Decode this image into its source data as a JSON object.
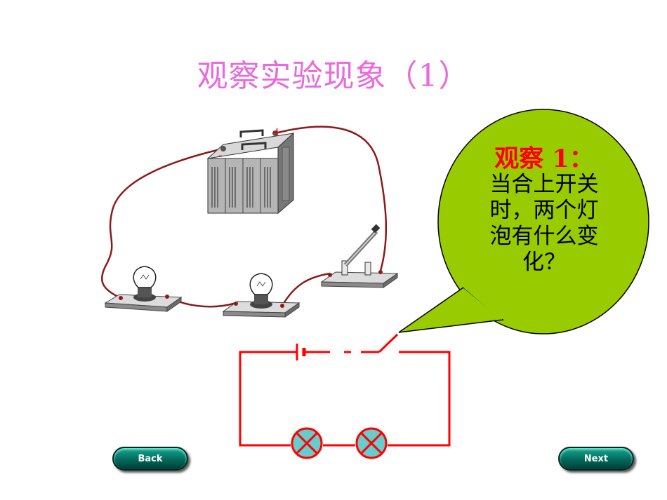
{
  "slide": {
    "title": "观察实验现象（1）",
    "title_color": "#e86adc"
  },
  "callout": {
    "heading": "观察 1：",
    "lines": [
      "当合上开关",
      "时，两个灯",
      "泡有什么变",
      "化？"
    ],
    "fill_color": "#99cc00",
    "heading_color": "#ff0000"
  },
  "battery": {
    "minus_sign": "-",
    "plus_sign": "+"
  },
  "schematic": {
    "wire_color": "#ff0000",
    "lamp_fill": "#66cccc"
  },
  "nav": {
    "back_label": "Back",
    "next_label": "Next"
  }
}
